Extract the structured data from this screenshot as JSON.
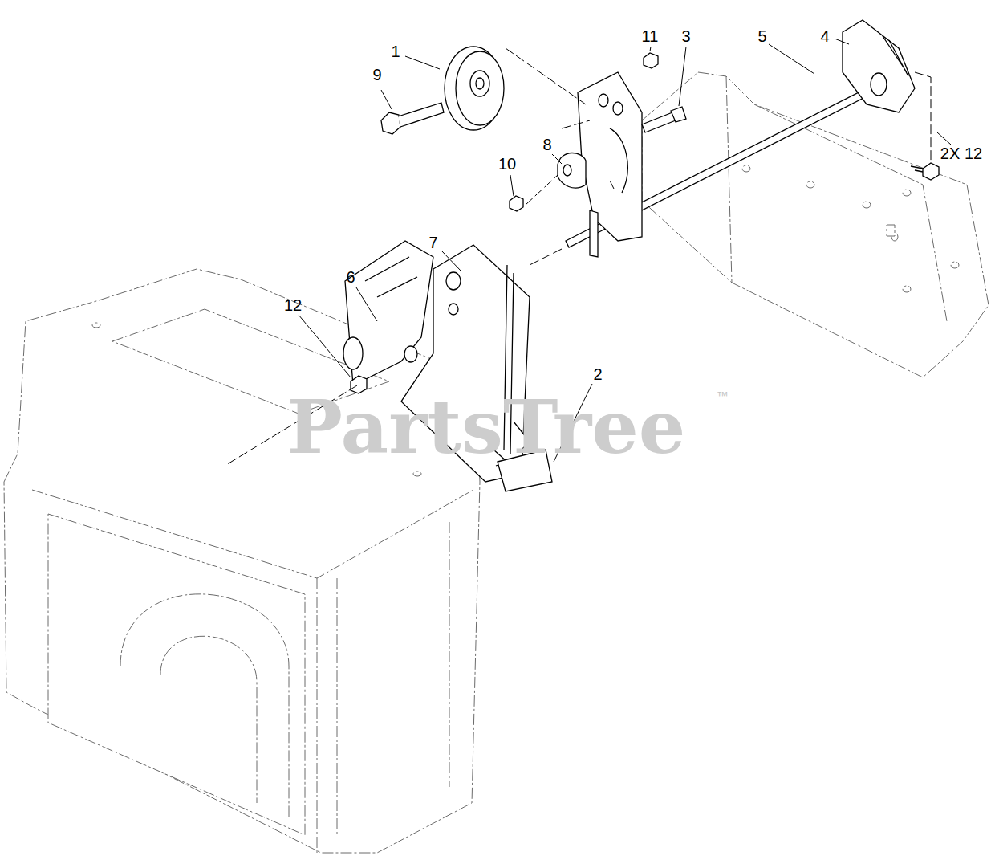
{
  "diagram": {
    "labels": [
      "11",
      "3",
      "5",
      "4",
      "1",
      "9",
      "8",
      "10",
      "2X 12",
      "7",
      "6",
      "12",
      "2",
      "PartsTree",
      "™"
    ]
  }
}
